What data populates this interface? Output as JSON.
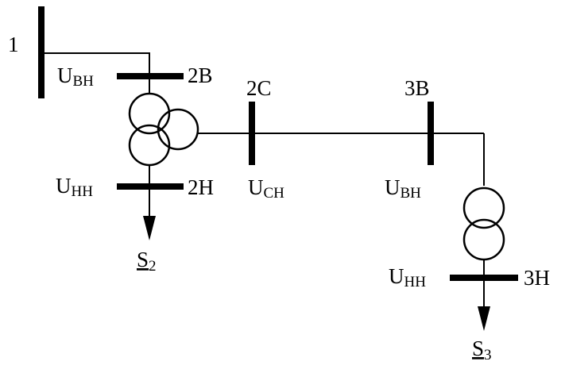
{
  "labels": {
    "node_1": "1",
    "bus_2B": "2B",
    "bus_2H": "2H",
    "bus_2C": "2C",
    "bus_3B": "3B",
    "bus_3H": "3H"
  },
  "voltages": {
    "u_bh_2": {
      "main": "U",
      "sub": "BH"
    },
    "u_hh_2": {
      "main": "U",
      "sub": "HH"
    },
    "u_ch": {
      "main": "U",
      "sub": "CH"
    },
    "u_bh_3": {
      "main": "U",
      "sub": "BH"
    },
    "u_hh_3": {
      "main": "U",
      "sub": "HH"
    }
  },
  "loads": {
    "s2": {
      "main": "S",
      "sub": "2"
    },
    "s3": {
      "main": "S",
      "sub": "3"
    }
  }
}
